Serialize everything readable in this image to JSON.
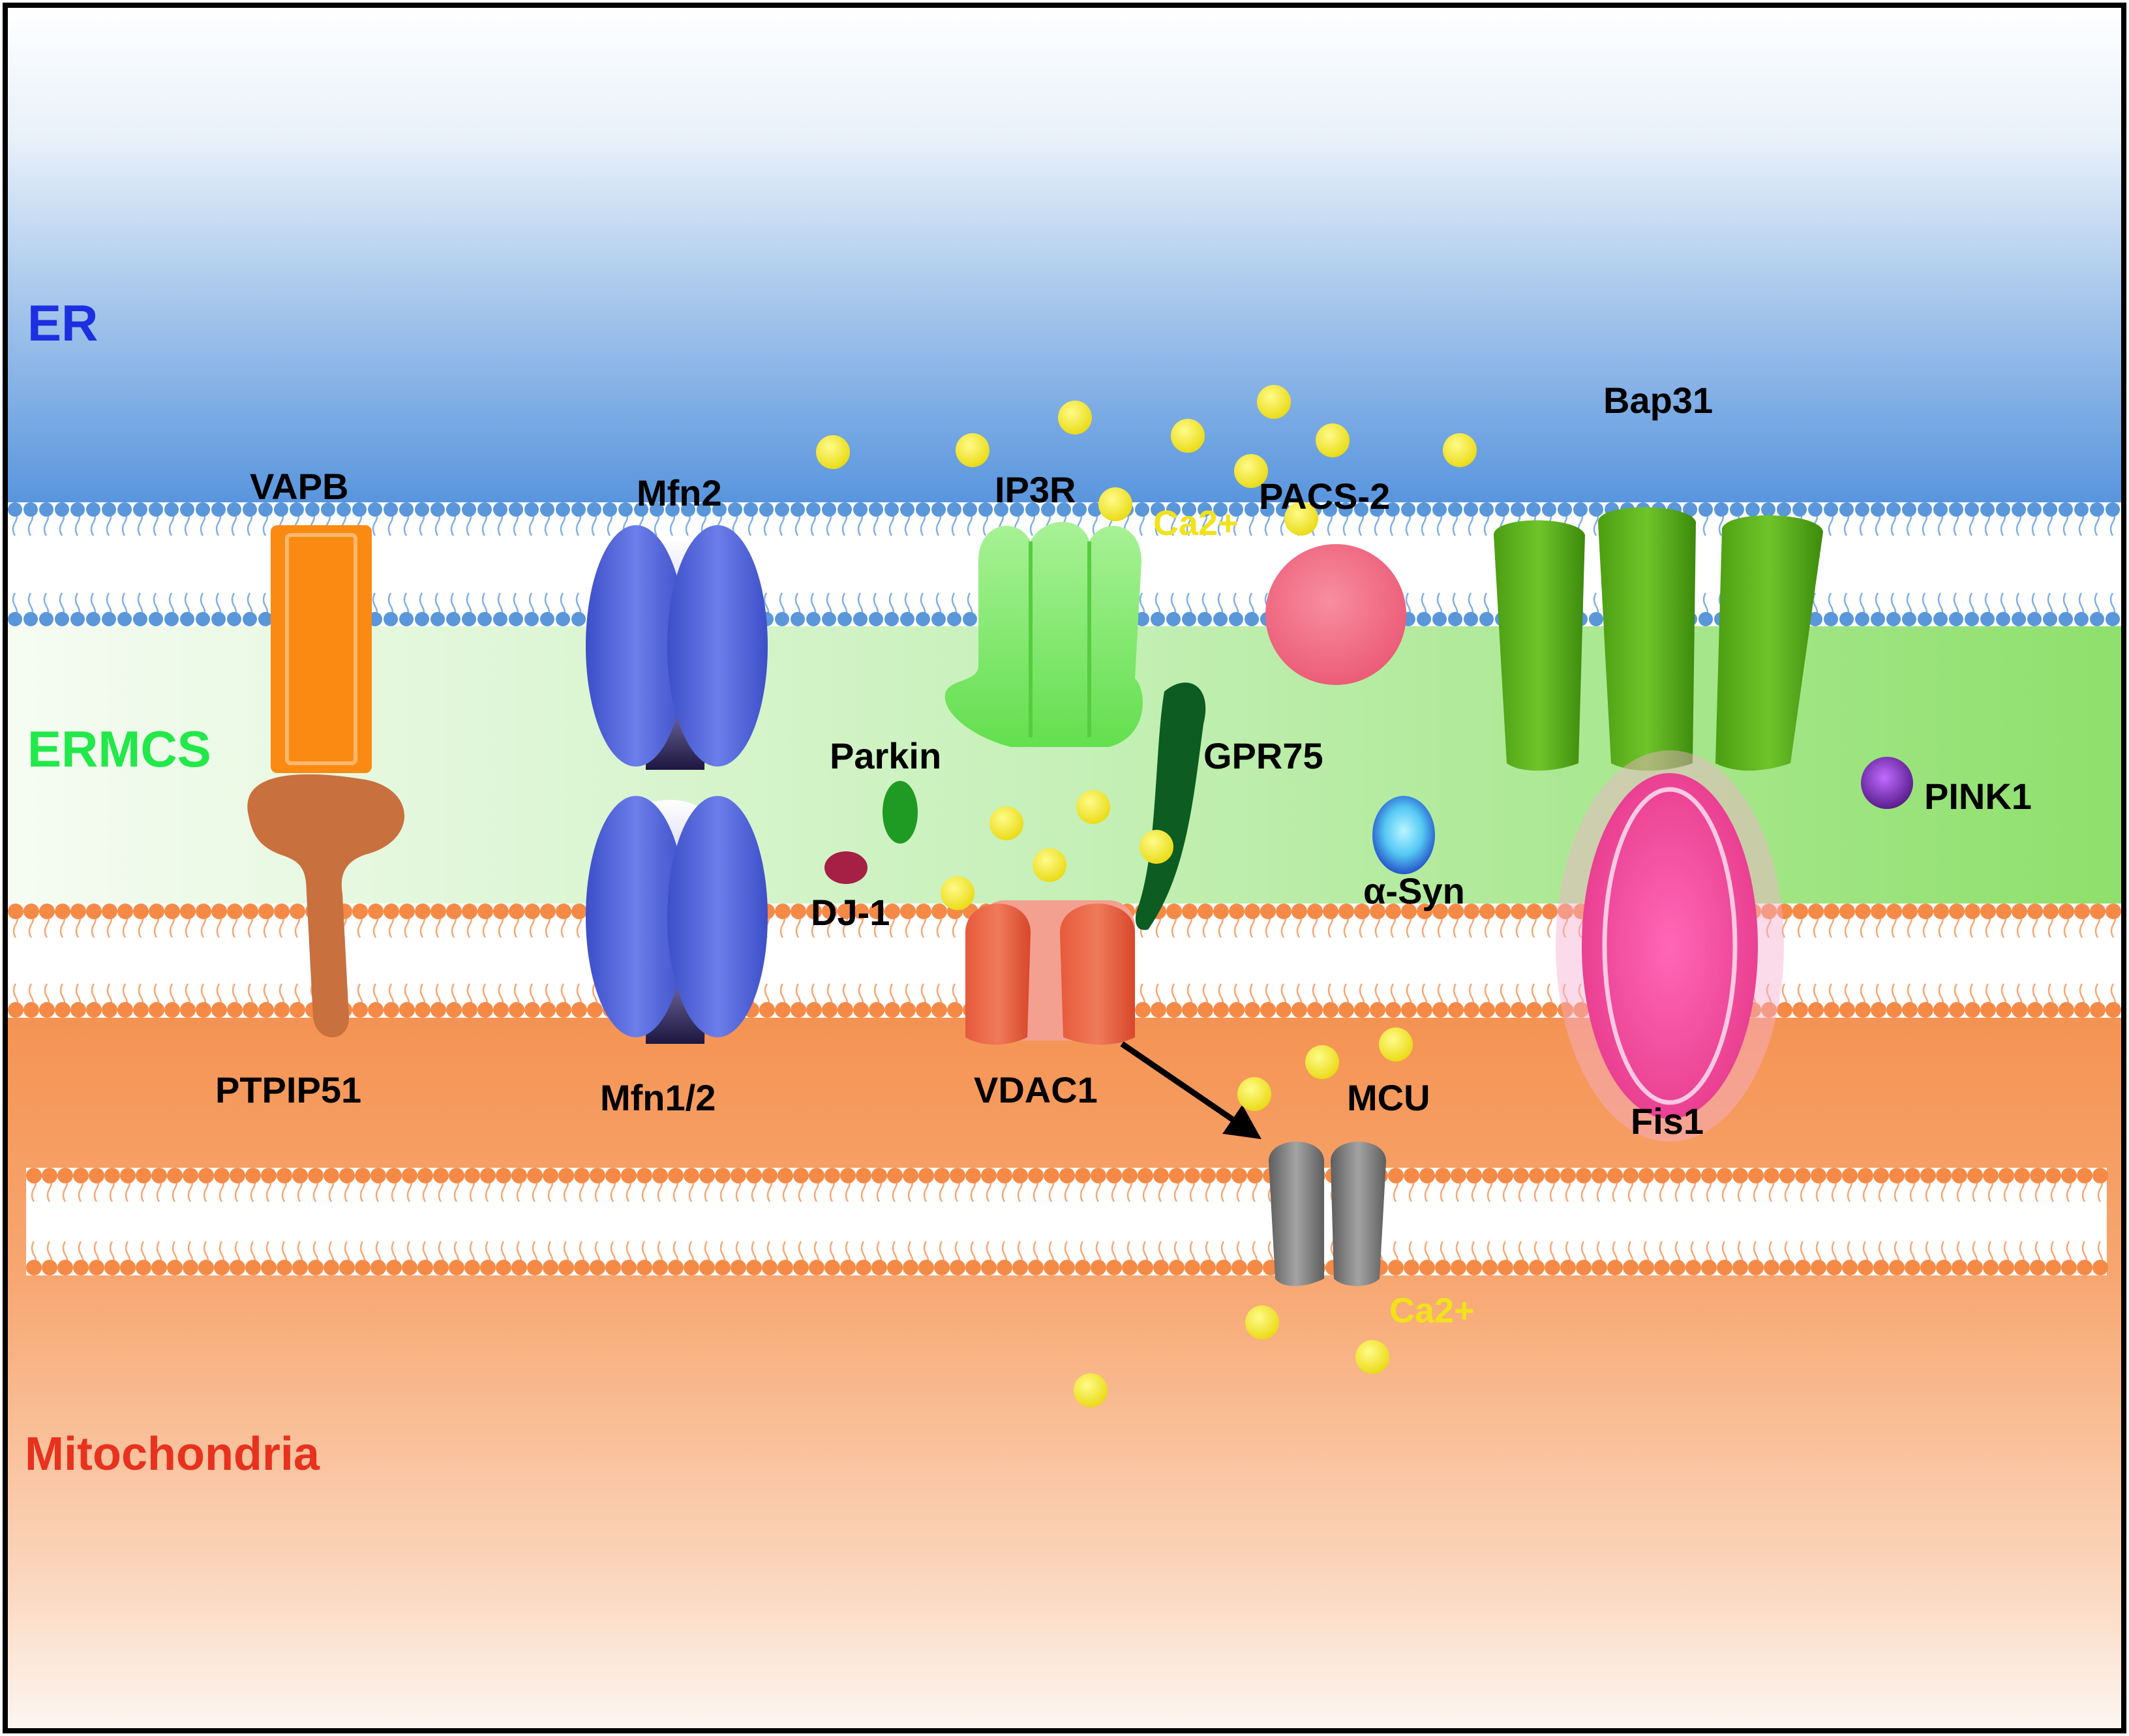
{
  "regions": {
    "er": "ER",
    "ermcs": "ERMCS",
    "mito": "Mitochondria"
  },
  "proteins": {
    "vapb": "VAPB",
    "ptpip51": "PTPIP51",
    "mfn2": "Mfn2",
    "mfn12": "Mfn1/2",
    "ip3r": "IP3R",
    "pacs2": "PACS-2",
    "bap31": "Bap31",
    "parkin": "Parkin",
    "gpr75": "GPR75",
    "dj1": "DJ-1",
    "vdac1": "VDAC1",
    "asyn": "α-Syn",
    "mcu": "MCU",
    "fis1": "Fis1",
    "pink1": "PINK1"
  },
  "ions": {
    "ca_upper": "Ca2+",
    "ca_lower": "Ca2+"
  },
  "colors": {
    "er_label": "#1d2fe0",
    "ermcs_label": "#22e84a",
    "mito_label": "#e8321e",
    "calcium": "#f2e21a",
    "ca_label": "#f2e21a",
    "vapb": "#fb8a12",
    "ptpip51": "#c8703e",
    "mitofusin": "#5568df",
    "ip3r": "#7be86a",
    "pacs2": "#f26d86",
    "bap31": "#5fb61f",
    "gpr75": "#0d5c22",
    "parkin": "#1f9a22",
    "dj1": "#a61f44",
    "vdac1": "#e6603f",
    "asyn": "#2a7fe0",
    "mcu": "#7a7a7a",
    "fis1": "#ee4fa0",
    "pink1": "#7a2ab8"
  }
}
